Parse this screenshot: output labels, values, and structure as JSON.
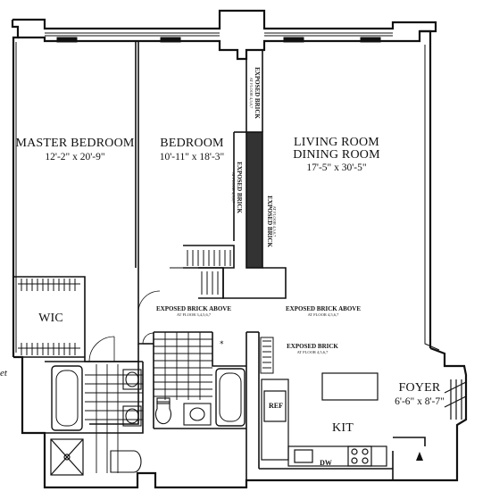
{
  "rooms": {
    "master_bedroom": {
      "name": "MASTER BEDROOM",
      "dims": "12'-2\" x 20'-9\""
    },
    "bedroom": {
      "name": "BEDROOM",
      "dims": "10'-11\" x 18'-3\""
    },
    "living": {
      "name_line1": "LIVING ROOM",
      "name_line2": "DINING ROOM",
      "dims": "17'-5\" x 30'-5\""
    },
    "wic": {
      "name": "WIC"
    },
    "foyer": {
      "name": "FOYER",
      "dims": "6'-6\" x 8'-7\""
    },
    "kitchen": {
      "name": "KIT"
    }
  },
  "fixtures": {
    "refrigerator": "REF",
    "dishwasher": "DW"
  },
  "notes": {
    "exposed_brick_above_left": "EXPOSED BRICK ABOVE",
    "exposed_brick_above_left_sub": "AT FLOOR 3,4,5,6,7",
    "exposed_brick_above_right": "EXPOSED BRICK ABOVE",
    "exposed_brick_above_right_sub": "AT FLOOR 4,5,6,7",
    "exposed_brick_lower": "EXPOSED BRICK",
    "exposed_brick_lower_sub": "AT FLOOR 4,5,6,7",
    "exposed_brick_vertical_1": "EXPOSED BRICK",
    "exposed_brick_vertical_1_sub": "AT FLOOR 4,5,6,7",
    "exposed_brick_vertical_2": "EXPOSED BRICK",
    "exposed_brick_vertical_2_sub": "AT FLOOR 4,5,6,7",
    "exposed_brick_vertical_3": "EXPOSED BRICK",
    "exposed_brick_vertical_3_sub": "AT FLOOR 4,5,6,7",
    "edge_fragment": "et"
  },
  "colors": {
    "ink": "#111111",
    "paper": "#ffffff",
    "column": "#333333"
  }
}
